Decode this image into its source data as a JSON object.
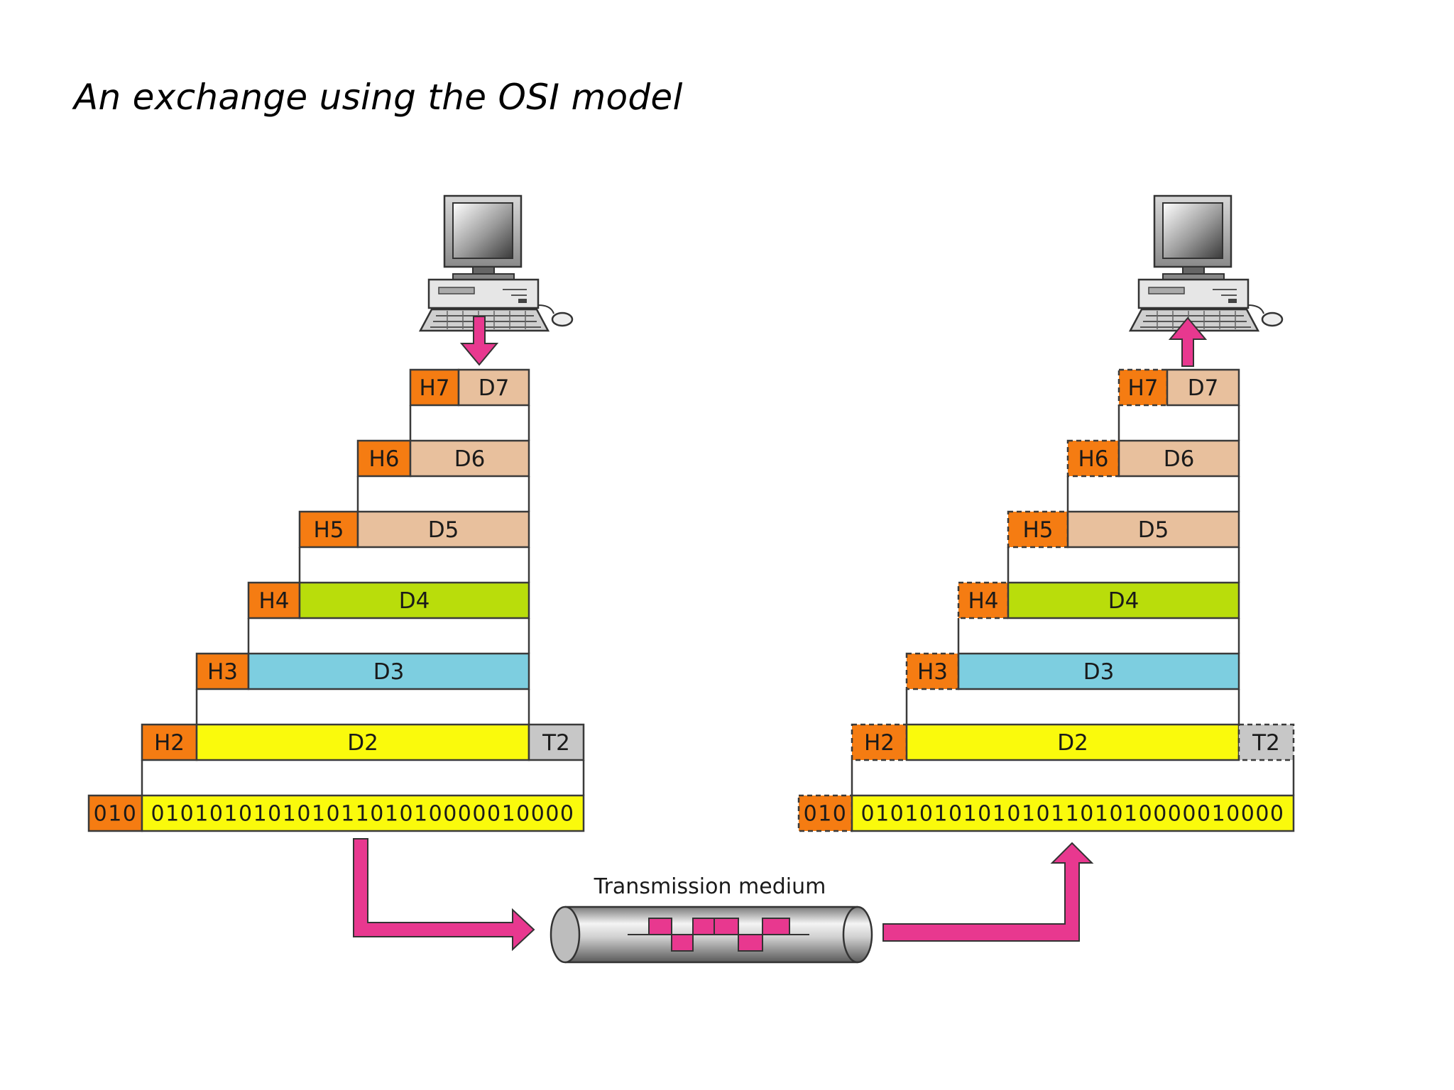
{
  "title": "An exchange using the OSI model",
  "colors": {
    "header": "#f57c12",
    "upper_data": "#e8c09d",
    "d4": "#b9dd0b",
    "d3": "#7dcee0",
    "d2": "#fafa0c",
    "trailer": "#c7c7c7",
    "bits": "#fafa0c",
    "arrow": "#e8388f",
    "border": "#3a3a3a"
  },
  "sender": {
    "computer_icon": "desktop-computer-icon",
    "layers": [
      {
        "header": "H7",
        "data": "D7"
      },
      {
        "header": "H6",
        "data": "D6"
      },
      {
        "header": "H5",
        "data": "D5"
      },
      {
        "header": "H4",
        "data": "D4"
      },
      {
        "header": "H3",
        "data": "D3"
      },
      {
        "header": "H2",
        "data": "D2",
        "trailer": "T2"
      }
    ],
    "bits_prefix": "010",
    "bits": "01010101010101101010000010000"
  },
  "receiver": {
    "computer_icon": "desktop-computer-icon",
    "layers": [
      {
        "header": "H7",
        "data": "D7"
      },
      {
        "header": "H6",
        "data": "D6"
      },
      {
        "header": "H5",
        "data": "D5"
      },
      {
        "header": "H4",
        "data": "D4"
      },
      {
        "header": "H3",
        "data": "D3"
      },
      {
        "header": "H2",
        "data": "D2",
        "trailer": "T2"
      }
    ],
    "bits_prefix": "010",
    "bits": "01010101010101101010000010000"
  },
  "medium": {
    "label": "Transmission medium",
    "icon": "transmission-cable-icon"
  }
}
